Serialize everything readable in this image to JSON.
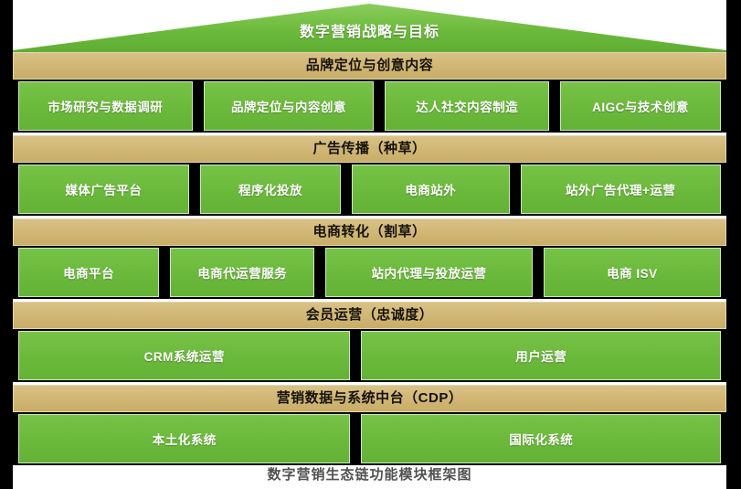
{
  "roof": {
    "label": "数字营销战略与目标"
  },
  "caption": "数字营销生态链功能模块框架图",
  "colors": {
    "green": "#6cba3c",
    "green_light": "#77c248",
    "tan": "#d2b877",
    "tan_light": "#d9c188",
    "cell_border": "#cfe8bd",
    "header_text": "#16120a",
    "cell_text": "#ffffff",
    "gutter": "#000000",
    "background": "#ffffff"
  },
  "bands": [
    {
      "header": "品牌定位与创意内容",
      "cells": [
        {
          "label": "市场研究与数据调研",
          "flex": 26.0
        },
        {
          "label": "品牌定位与内容创意",
          "flex": 25.5
        },
        {
          "label": "达人社交内容制造",
          "flex": 24.5
        },
        {
          "label": "AIGC与技术创意",
          "flex": 24.0
        }
      ]
    },
    {
      "header": "广告传播（种草）",
      "cells": [
        {
          "label": "媒体广告平台",
          "flex": 25.5
        },
        {
          "label": "程序化投放",
          "flex": 21.0
        },
        {
          "label": "电商站外",
          "flex": 23.5
        },
        {
          "label": "站外广告代理+运营",
          "flex": 30.0
        }
      ]
    },
    {
      "header": "电商转化（割草）",
      "cells": [
        {
          "label": "电商平台",
          "flex": 21.0
        },
        {
          "label": "电商代运营服务",
          "flex": 21.5
        },
        {
          "label": "站内代理与投放运营",
          "flex": 31.0
        },
        {
          "label": "电商 ISV",
          "flex": 26.5
        }
      ]
    },
    {
      "header": "会员运营（忠诚度）",
      "cells": [
        {
          "label": "CRM系统运营",
          "flex": 48.0
        },
        {
          "label": "用户运营",
          "flex": 52.0
        }
      ]
    },
    {
      "header": "营销数据与系统中台（CDP）",
      "cells": [
        {
          "label": "本土化系统",
          "flex": 48.0
        },
        {
          "label": "国际化系统",
          "flex": 52.0
        }
      ]
    }
  ]
}
